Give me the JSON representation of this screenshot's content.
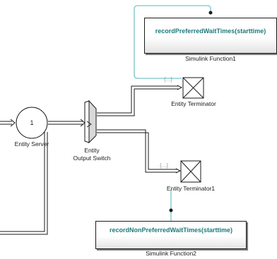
{
  "blocks": {
    "entity_server": {
      "label": "Entity Server",
      "number": "1"
    },
    "output_switch": {
      "label_line1": "Entity",
      "label_line2": "Output Switch"
    },
    "terminator1": {
      "label": "Entity Terminator"
    },
    "terminator2": {
      "label": "Entity Terminator1"
    },
    "sim_fn1": {
      "signature": "recordPreferredWaitTimes(starttime)",
      "label": "Simulink Function1"
    },
    "sim_fn2": {
      "signature": "recordNonPreferredWaitTimes(starttime)",
      "label": "Simulink Function2"
    }
  },
  "event_markers": {
    "glyph": "{...}"
  },
  "colors": {
    "line": "#1a1a1a",
    "message_line": "#8fcfd1",
    "function_text": "#1f7a7a",
    "event_marker": "#9aa0a0"
  }
}
